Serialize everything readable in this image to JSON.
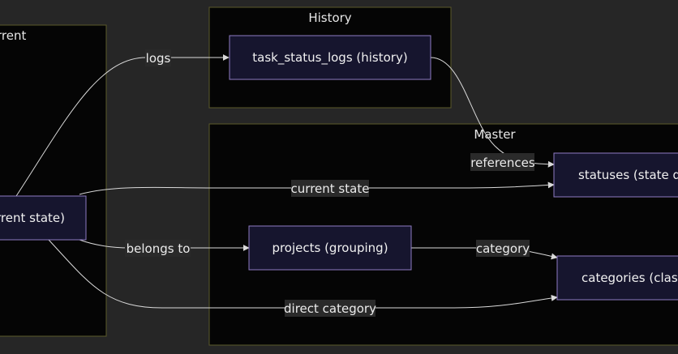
{
  "colors": {
    "background": "#262626",
    "cluster_fill": "#050505",
    "cluster_stroke": "#5c5a2a",
    "node_fill": "#16152e",
    "node_stroke": "#8f7cc4",
    "edge": "#d9d9d9",
    "edge_label_bg": "#2a2a2a"
  },
  "clusters": {
    "current": "rrent",
    "history": "History",
    "master": "Master"
  },
  "nodes": {
    "tasks": "rrent state)",
    "history_logs": "task_status_logs (history)",
    "statuses": "statuses (state d",
    "projects": "projects (grouping)",
    "categories": "categories (class"
  },
  "edges": {
    "logs": "logs",
    "references": "references",
    "current_state": "current state",
    "belongs_to": "belongs to",
    "category": "category",
    "direct_category": "direct category"
  }
}
